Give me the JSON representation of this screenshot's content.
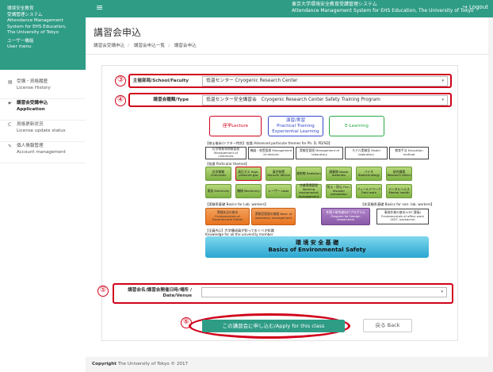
{
  "topbar": {
    "title_jp": "東京大学環境安全教育受講管理システム",
    "title_en": "Attendance Management System for EHS Education, The University of Tokyo",
    "logout": "Logout",
    "menu_glyph": "≡",
    "logout_glyph": "↪"
  },
  "sidebar": {
    "brand_line1": "環境安全教育",
    "brand_line2": "受講管理システム",
    "brand_line3": "Attendance Management",
    "brand_line4": "System for EHS Education,",
    "brand_line5": "The University of Tokyo",
    "user_menu_jp": "ユーザー機能",
    "user_menu_en": "User menu",
    "items": [
      {
        "jp": "受講・資格履歴",
        "en": "License History",
        "icon": "▤"
      },
      {
        "jp": "講習会受講申込",
        "en": "Application",
        "icon": "☛"
      },
      {
        "jp": "資格更新状況",
        "en": "License update status",
        "icon": "C"
      },
      {
        "jp": "個人情報管理",
        "en": "Account management",
        "icon": "✎"
      }
    ]
  },
  "main": {
    "title": "講習会申込",
    "breadcrumb": [
      "講習会受講申込",
      "講習会申込一覧",
      "講習会申込"
    ],
    "faculty_label": "主催部局/School/Faculty",
    "faculty_value": "低温センター Cryogenic Research Center",
    "type_label": "講習会種類/Type",
    "type_value": "低温センター安全講習会　Cryogenic Research Center Safety Training Program",
    "class_label_1": "講習会名/講習会開催日時/場所 /",
    "class_label_2": "Date/Venue",
    "class_value": "",
    "apply_label": "この講習会に申し込む/Apply for this class",
    "back_label": "戻る Back",
    "caret": "▾"
  },
  "annotations": [
    "③",
    "④",
    "⑤",
    "⑥"
  ],
  "diagram": {
    "lecture": "座学Lecture",
    "practical_1": "演習/実習",
    "practical_2": "Practical Training",
    "practical_3": "Experiential Learning",
    "elearning": "E-Learning",
    "advanced_heading": "【修士後半/ドクター特別】各論 Advanced particular themes for Ph. D, PD/SD】",
    "advanced": [
      "化学物質等物質管理 Management of chemicals",
      "機器・装置管理 Management of devices",
      "実験室管理 Management of laboratory",
      "モデル実験室 Model laboratory",
      "教育手法 Education method"
    ],
    "particular_heading": "【各論 Particular themes】",
    "particular_row1": [
      "化学物質 Chemicals",
      "高圧ガス High-pressure gas",
      "真空装置 Vacuum device",
      "放射線 Radiation",
      "廃棄物 Waste materials",
      "バイオ Biotechnology",
      "研究倫理 Research ethics"
    ],
    "particular_row2": [
      "電気 Electricity",
      "機械 Machinery",
      "レーザー Laser",
      "作業環境管理 Working environment management",
      "防火・防災 Fire / disaster prevention",
      "フィールドワーク Field work",
      "メンタルヘルス Mental health"
    ],
    "basics_lab_heading": "【実験系基礎 Basics for Lab. workers】",
    "basics_nonlab_heading": "【非実験系基礎 Basics for non- lab. workers】",
    "basics_row": [
      "実験安全の基本 Fundamentals of Experimental Safety",
      "実験室管理の基礎 Basic of laboratory management",
      "外国人研究者向けプログラム Program for foreign researchers",
      "事務作業の基本(VDT,腰痛) Fundamentals of office work (VDT, backache)"
    ],
    "all_heading_1": "【全員ALL】大学構成員が知っておくべき知識",
    "all_heading_2": "Knowledge for all the university member",
    "basics_jp": "環 境 安 全 基 礎",
    "basics_en": "Basics of Environmental Safety"
  },
  "footer": {
    "copyright_label": "Copyright",
    "copyright_text": "The University of Tokyo © 2017"
  },
  "colors": {
    "accent": "#2f9c86",
    "annotation_red": "#d0021b",
    "green_tile": "#8dbb4f",
    "orange_tile": "#ec7f2a",
    "purple_tile": "#9966b8",
    "blue_band": "#2aa5cf"
  }
}
